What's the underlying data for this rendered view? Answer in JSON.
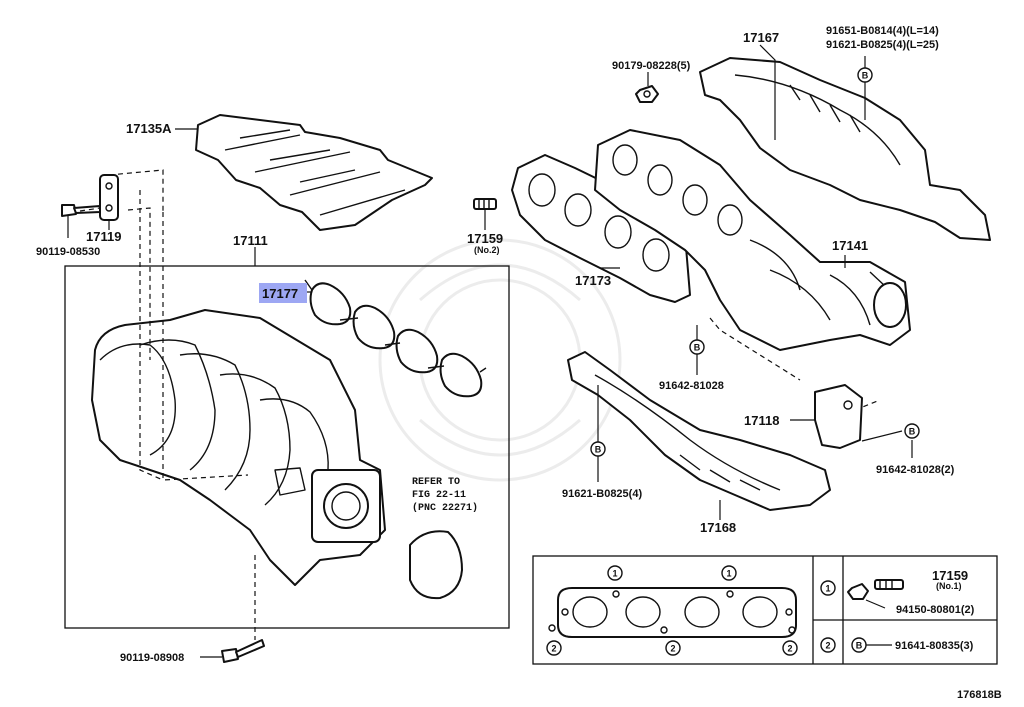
{
  "labels": {
    "p17135A": "17135A",
    "p17119": "17119",
    "p90119_08530": "90119-08530",
    "p17111": "17111",
    "p17177": "17177",
    "p17159_top": "17159",
    "p17159_top_sub": "(No.2)",
    "p90179_08228": "90179-08228(5)",
    "p17167": "17167",
    "p91651": "91651-B0814(4)(L=14)",
    "p91621_a": "91621-B0825(4)(L=25)",
    "p17173": "17173",
    "p17141": "17141",
    "p91642_81028": "91642-81028",
    "p17118": "17118",
    "p91642_81028_2": "91642-81028(2)",
    "p91621_b": "91621-B0825(4)",
    "p17168": "17168",
    "p90119_08908": "90119-08908",
    "refer_line1": "REFER TO",
    "refer_line2": "FIG 22-11",
    "refer_line3": "(PNC 22271)",
    "inset_17159": "17159",
    "inset_17159_sub": "(No.1)",
    "inset_94150": "94150-80801(2)",
    "inset_91641": "91641-80835(3)",
    "figure_id": "176818B"
  },
  "markers": {
    "one": "1",
    "two": "2",
    "b": "B"
  },
  "colors": {
    "highlight": "#9da7f3",
    "line": "#111111"
  }
}
